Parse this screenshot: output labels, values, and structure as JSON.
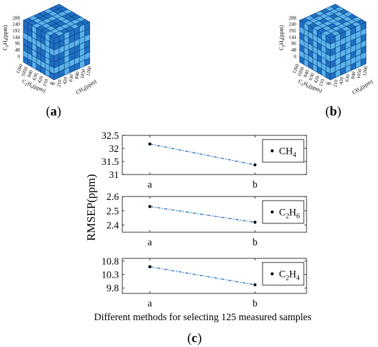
{
  "panel_labels": {
    "a": "(a)",
    "b": "(b)",
    "c": "(c)"
  },
  "cubes": [
    {
      "panel": "a",
      "z_label": "C2H4(ppm)",
      "z_ticks": [
        "0",
        "48",
        "96",
        "144",
        "192",
        "240",
        "288"
      ],
      "y_label": "C2H6(ppm)",
      "y_ticks": [
        "0",
        "210",
        "420",
        "630",
        "840",
        "1050",
        "1260"
      ],
      "x_label": "CH4(ppm)",
      "x_ticks": [
        "0",
        "210",
        "420",
        "630",
        "840",
        "1050",
        "1260"
      ]
    },
    {
      "panel": "b",
      "z_label": "C2H4(ppm)",
      "z_ticks": [
        "0",
        "48",
        "96",
        "144",
        "192",
        "240",
        "288"
      ],
      "y_label": "C2H6(ppm)",
      "y_ticks": [
        "0",
        "210",
        "420",
        "630",
        "840",
        "1050",
        "1260"
      ],
      "x_label": "CH4(ppm)",
      "x_ticks": [
        "0",
        "210",
        "420",
        "630",
        "840",
        "1050",
        "1260"
      ]
    }
  ],
  "colors": {
    "cube_dark": "#1f6fc4",
    "cube_light": "#5bb3ec",
    "line": "#1f6fc4",
    "marker": "#000000"
  },
  "chart_data": {
    "type": "line",
    "ylabel": "RMSEP(ppm)",
    "xlabel": "Different methods for selecting 125 measured samples",
    "categories": [
      "a",
      "b"
    ],
    "line_style": "dash-dot",
    "subplots": [
      {
        "legend": "CH4",
        "legend_sub": "4",
        "legend_main": "CH",
        "values": [
          32.17,
          31.37
        ],
        "ylim": [
          31,
          32.5
        ],
        "yticks": [
          "31",
          "31.5",
          "32",
          "32.5"
        ]
      },
      {
        "legend": "C2H6",
        "legend_parts": [
          "C",
          "2",
          "H",
          "6"
        ],
        "values": [
          2.53,
          2.42
        ],
        "ylim": [
          2.35,
          2.6
        ],
        "yticks": [
          "2.4",
          "2.5",
          "2.6"
        ]
      },
      {
        "legend": "C2H4",
        "legend_parts": [
          "C",
          "2",
          "H",
          "4"
        ],
        "values": [
          10.59,
          9.92
        ],
        "ylim": [
          9.6,
          10.9
        ],
        "yticks": [
          "9.8",
          "10.3",
          "10.8"
        ]
      }
    ]
  }
}
